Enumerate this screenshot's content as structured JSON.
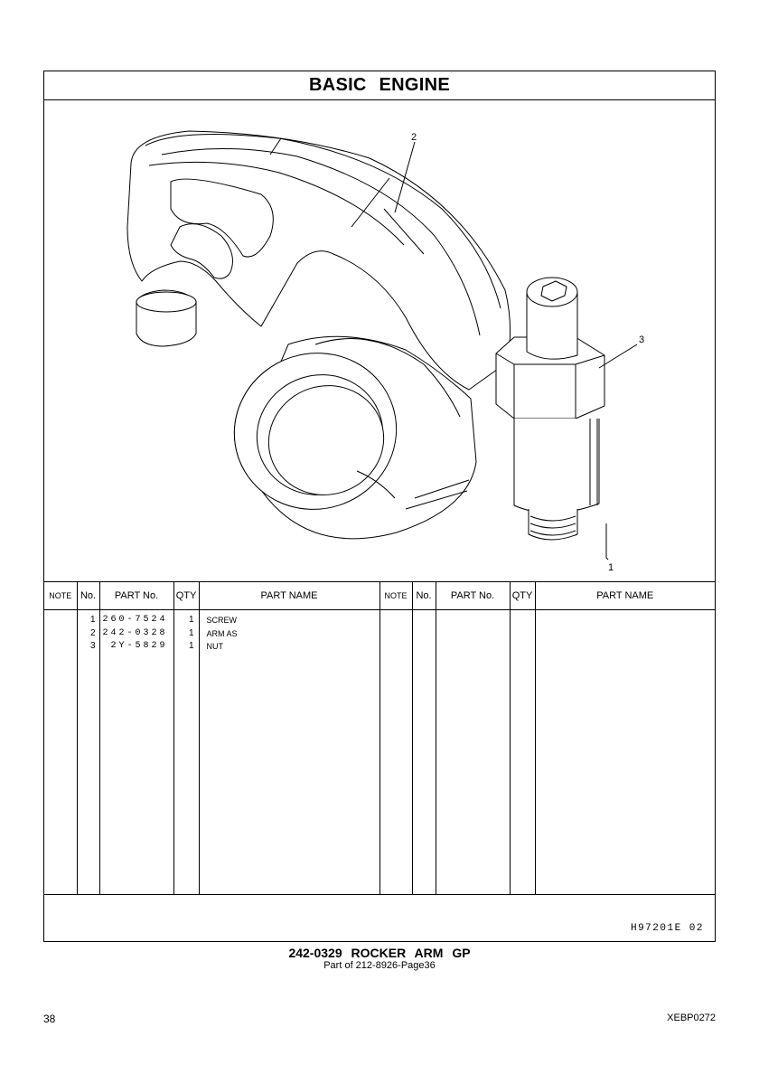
{
  "header": {
    "section_title": "BASIC ENGINE"
  },
  "illustration": {
    "callouts": [
      "2",
      "3",
      "1"
    ]
  },
  "table": {
    "headers": {
      "note": "NOTE",
      "no": "No.",
      "part_no": "PART No.",
      "qty": "QTY",
      "part_name": "PART NAME"
    },
    "rows": [
      {
        "no": "1",
        "part_no": "260-7524",
        "qty": "1",
        "name": "SCREW"
      },
      {
        "no": "2",
        "part_no": "242-0328",
        "qty": "1",
        "name": "ARM AS"
      },
      {
        "no": "3",
        "part_no": "2Y-5829",
        "qty": "1",
        "name": "NUT"
      }
    ]
  },
  "footer": {
    "ref_code": "H97201E  02",
    "group_title": "242-0329 ROCKER ARM GP",
    "group_subtitle": "Part of 212-8926-Page36",
    "page_number": "38",
    "doc_code": "XEBP0272"
  }
}
